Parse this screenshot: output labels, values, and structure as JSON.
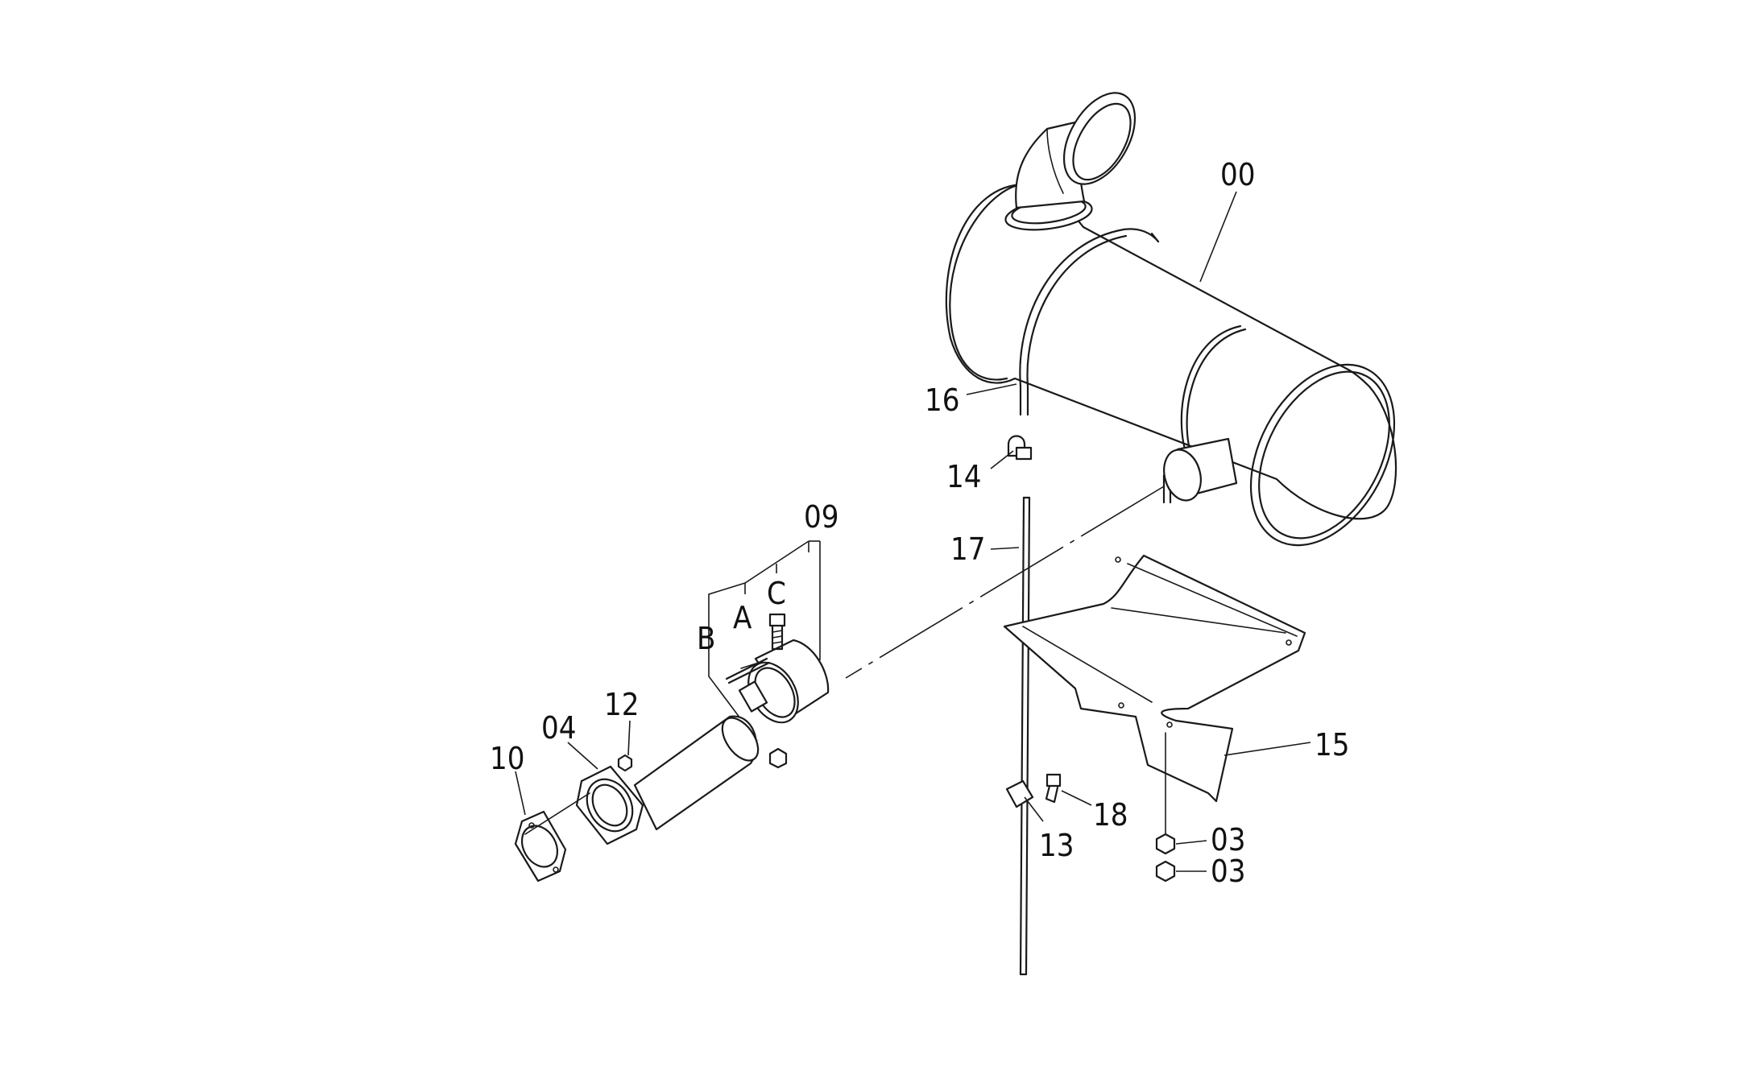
{
  "callouts": {
    "p00": "00",
    "p03a": "03",
    "p03b": "03",
    "p04": "04",
    "p09": "09",
    "p10": "10",
    "p12": "12",
    "p13": "13",
    "p14": "14",
    "p15": "15",
    "p16": "16",
    "p17": "17",
    "p18": "18",
    "sub_a": "A",
    "sub_b": "B",
    "sub_c": "C"
  },
  "colors": {
    "line": "#1a1a1a",
    "background": "#ffffff"
  }
}
